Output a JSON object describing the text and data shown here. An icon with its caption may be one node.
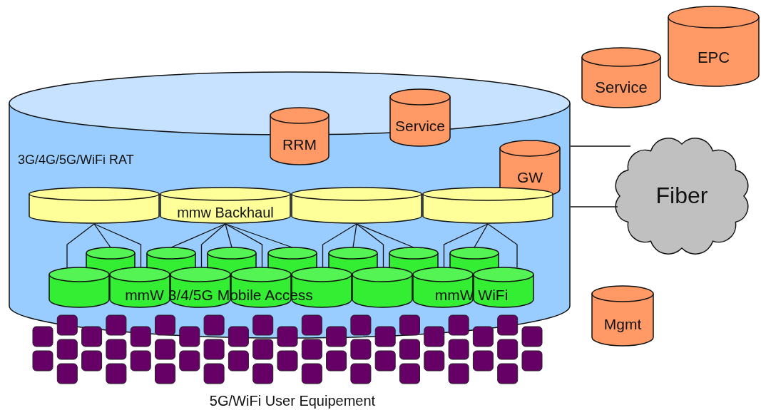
{
  "diagram": {
    "nodes": [
      {
        "text": [
          "3G/4G/5G/WiFi RAT"
        ]
      },
      {
        "text": [
          "RRM"
        ],
        "in": 0
      },
      {
        "text": [
          "Service"
        ],
        "in": 0
      },
      {
        "text": [
          "GW"
        ],
        "in": 0
      },
      {
        "text": [],
        "shape": "cylinder",
        "in": 0
      },
      {
        "text": [
          "mmw Backhaul"
        ],
        "in": 0
      },
      {
        "text": [],
        "shape": "cylinder",
        "in": 0
      },
      {
        "text": [],
        "shape": "cylinder",
        "in": 0
      },
      {
        "text": [],
        "shape": "cylinder",
        "in": 0
      },
      {
        "text": [],
        "shape": "cylinder",
        "in": 0
      },
      {
        "text": [],
        "shape": "cylinder",
        "in": 0
      },
      {
        "text": [],
        "shape": "cylinder",
        "in": 0
      },
      {
        "text": [],
        "shape": "cylinder",
        "in": 0
      },
      {
        "text": [],
        "shape": "cylinder",
        "in": 0
      },
      {
        "text": [],
        "shape": "cylinder",
        "in": 0
      },
      {
        "text": [],
        "shape": "cylinder",
        "in": 0
      },
      {
        "text": [],
        "shape": "cylinder",
        "in": 0
      },
      {
        "text": [],
        "shape": "cylinder",
        "in": 0
      },
      {
        "text": [],
        "shape": "cylinder",
        "in": 0
      },
      {
        "text": [],
        "shape": "cylinder",
        "in": 0
      },
      {
        "text": [],
        "shape": "cylinder",
        "in": 0
      },
      {
        "text": [],
        "shape": "cylinder",
        "in": 0
      },
      {
        "text": [],
        "shape": "cylinder",
        "in": 0
      },
      {
        "text": [
          "Service"
        ]
      },
      {
        "text": [
          "EPC"
        ]
      },
      {
        "text": [
          "Fiber"
        ]
      },
      {
        "text": [
          "Mgmt"
        ]
      }
    ],
    "edges": [
      {
        "from": 0,
        "to": 25,
        "arrow": "none"
      },
      {
        "from": 0,
        "to": 25,
        "arrow": "none"
      },
      {
        "from": 4,
        "to": 15,
        "arrow": "none"
      },
      {
        "from": 4,
        "to": 8,
        "arrow": "none"
      },
      {
        "from": 4,
        "to": 16,
        "arrow": "none"
      },
      {
        "from": 5,
        "to": 9,
        "arrow": "none"
      },
      {
        "from": 5,
        "to": 17,
        "arrow": "none"
      },
      {
        "from": 5,
        "to": 10,
        "arrow": "none"
      },
      {
        "from": 5,
        "to": 18,
        "arrow": "none"
      },
      {
        "from": 5,
        "to": 11,
        "arrow": "none"
      },
      {
        "from": 6,
        "to": 19,
        "arrow": "none"
      },
      {
        "from": 6,
        "to": 12,
        "arrow": "none"
      },
      {
        "from": 6,
        "to": 20,
        "arrow": "none"
      },
      {
        "from": 6,
        "to": 13,
        "arrow": "none"
      },
      {
        "from": 7,
        "to": 21,
        "arrow": "none"
      },
      {
        "from": 7,
        "to": 14,
        "arrow": "none"
      },
      {
        "from": 7,
        "to": 22,
        "arrow": "none"
      }
    ],
    "labels": [
      "mmW 3/4/5G Mobile Access",
      "mmW WiFi",
      "5G/WiFi User Equipement"
    ]
  }
}
